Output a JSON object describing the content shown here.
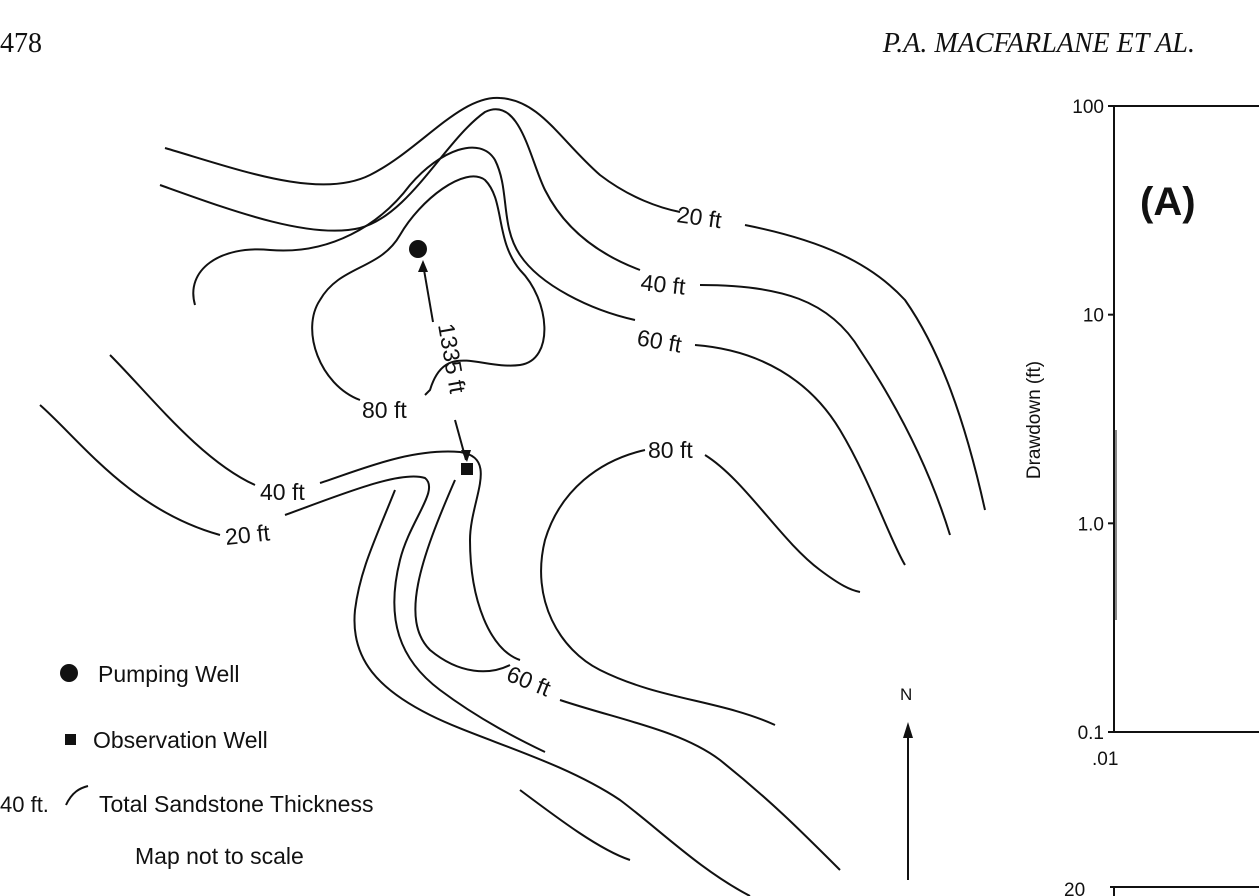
{
  "header": {
    "page_number": "478",
    "running_title": "P.A. MACFARLANE ET AL."
  },
  "map": {
    "contour_labels": [
      "20 ft",
      "40 ft",
      "60 ft",
      "80 ft",
      "80 ft",
      "40 ft",
      "20 ft",
      "60 ft"
    ],
    "distance_label": "1335 ft",
    "north_label": "N"
  },
  "legend": {
    "pumping_well": "Pumping Well",
    "observation_well": "Observation Well",
    "contour_sample": "40 ft.",
    "contour_desc": "Total Sandstone Thickness",
    "note": "Map not to scale"
  },
  "chart_data": {
    "type": "scatter",
    "panel_label": "(A)",
    "title": "",
    "xlabel": "",
    "ylabel": "Drawdown (ft)",
    "yscale": "log",
    "ylim": [
      0.1,
      100
    ],
    "y_ticks": [
      "100",
      "10",
      "1.0",
      "0.1"
    ],
    "x_ticks": [
      ".01"
    ],
    "series": []
  },
  "lower_chart": {
    "partial_tick": "20"
  }
}
